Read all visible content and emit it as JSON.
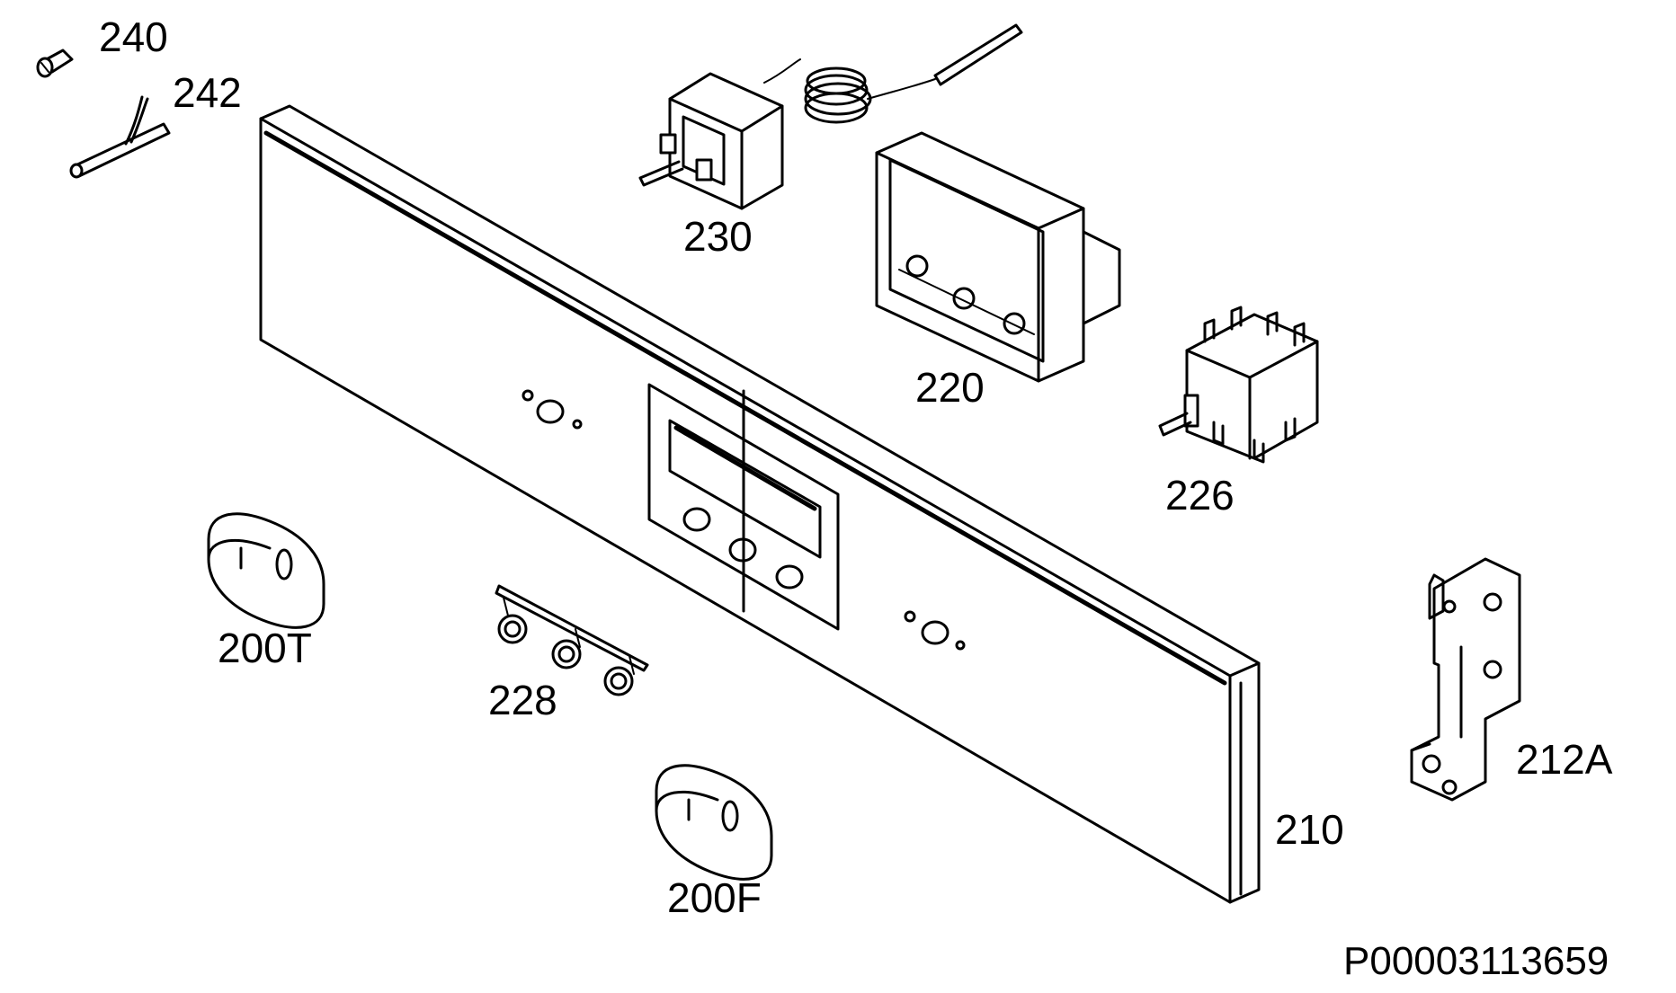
{
  "diagram": {
    "line_color": "#000000",
    "background": "#ffffff",
    "parts": [
      {
        "id": "240",
        "label": "240"
      },
      {
        "id": "242",
        "label": "242"
      },
      {
        "id": "230",
        "label": "230"
      },
      {
        "id": "220",
        "label": "220"
      },
      {
        "id": "226",
        "label": "226"
      },
      {
        "id": "200T",
        "label": "200T"
      },
      {
        "id": "228",
        "label": "228"
      },
      {
        "id": "210",
        "label": "210"
      },
      {
        "id": "212A",
        "label": "212A"
      },
      {
        "id": "200F",
        "label": "200F"
      }
    ],
    "drawing_code": "P00003113659"
  }
}
